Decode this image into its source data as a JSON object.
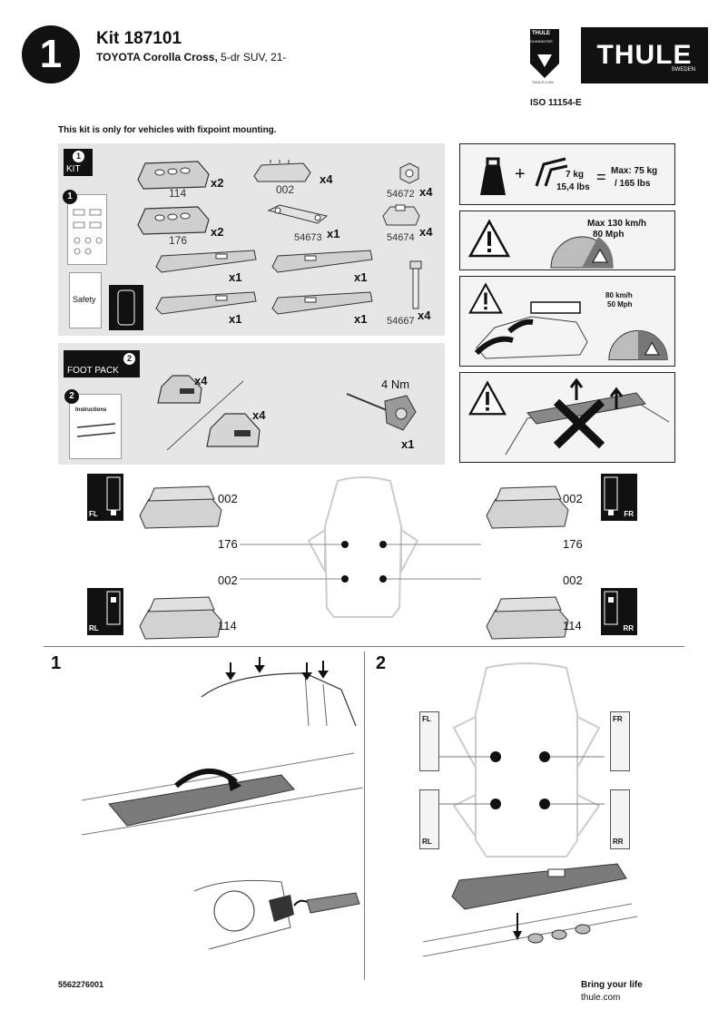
{
  "header": {
    "step_badge": "1",
    "kit_title": "Kit 187101",
    "vehicle_make_model": "TOYOTA Corolla Cross,",
    "vehicle_detail": "5-dr SUV, 21-",
    "guarantee_text": "THULE",
    "guarantee_sub": "GUARANTEE",
    "guarantee_url": "THULE.COM",
    "brand_logo": "THULE",
    "brand_sub": "SWEDEN",
    "iso": "ISO 11154-E"
  },
  "notice": "This kit is only for vehicles with fixpoint mounting.",
  "kit_panel": {
    "badge": "1",
    "label": "KIT",
    "manual_badge": "1",
    "safety_label": "Safety",
    "parts": [
      {
        "number": "114",
        "qty": "x2"
      },
      {
        "number": "002",
        "qty": "x4"
      },
      {
        "number": "54672",
        "qty": "x4"
      },
      {
        "number": "176",
        "qty": "x2"
      },
      {
        "number": "54673",
        "qty": "x1"
      },
      {
        "number": "54674",
        "qty": "x4"
      },
      {
        "number": "",
        "qty": "x1"
      },
      {
        "number": "",
        "qty": "x1"
      },
      {
        "number": "",
        "qty": "x1"
      },
      {
        "number": "",
        "qty": "x1"
      },
      {
        "number": "54667",
        "qty": "x4"
      }
    ]
  },
  "foot_panel": {
    "badge": "2",
    "label": "FOOT PACK",
    "manual_badge": "2",
    "instructions_label": "Instructions",
    "foot_qty_1": "x4",
    "foot_qty_2": "x4",
    "torque": "4 Nm",
    "key_qty": "x1"
  },
  "warnings": {
    "load_weight": "7 kg",
    "load_weight_lbs": "15,4 lbs",
    "plus": "+",
    "equals": "=",
    "max_load": "Max: 75 kg",
    "max_load_lbs": "/ 165 lbs",
    "max_speed": "Max  130 km/h",
    "max_speed_mph": "80 Mph",
    "load_speed": "80 km/h",
    "load_speed_mph": "50 Mph"
  },
  "placement": {
    "fl": "FL",
    "fr": "FR",
    "rl": "RL",
    "rr": "RR",
    "front_left_top": "002",
    "front_left_bottom": "176",
    "front_right_top": "002",
    "front_right_bottom": "176",
    "rear_left_top": "002",
    "rear_left_bottom": "114",
    "rear_right_top": "002",
    "rear_right_bottom": "114"
  },
  "steps": {
    "step1": "1",
    "step2": "2",
    "fl": "FL",
    "fr": "FR",
    "rl": "RL",
    "rr": "RR"
  },
  "footer": {
    "doc_number": "5562276001",
    "tagline": "Bring your life",
    "url": "thule.com"
  },
  "colors": {
    "panel_grey": "#e6e6e6",
    "badge_black": "#111111",
    "part_grey": "#8a8a8a"
  }
}
